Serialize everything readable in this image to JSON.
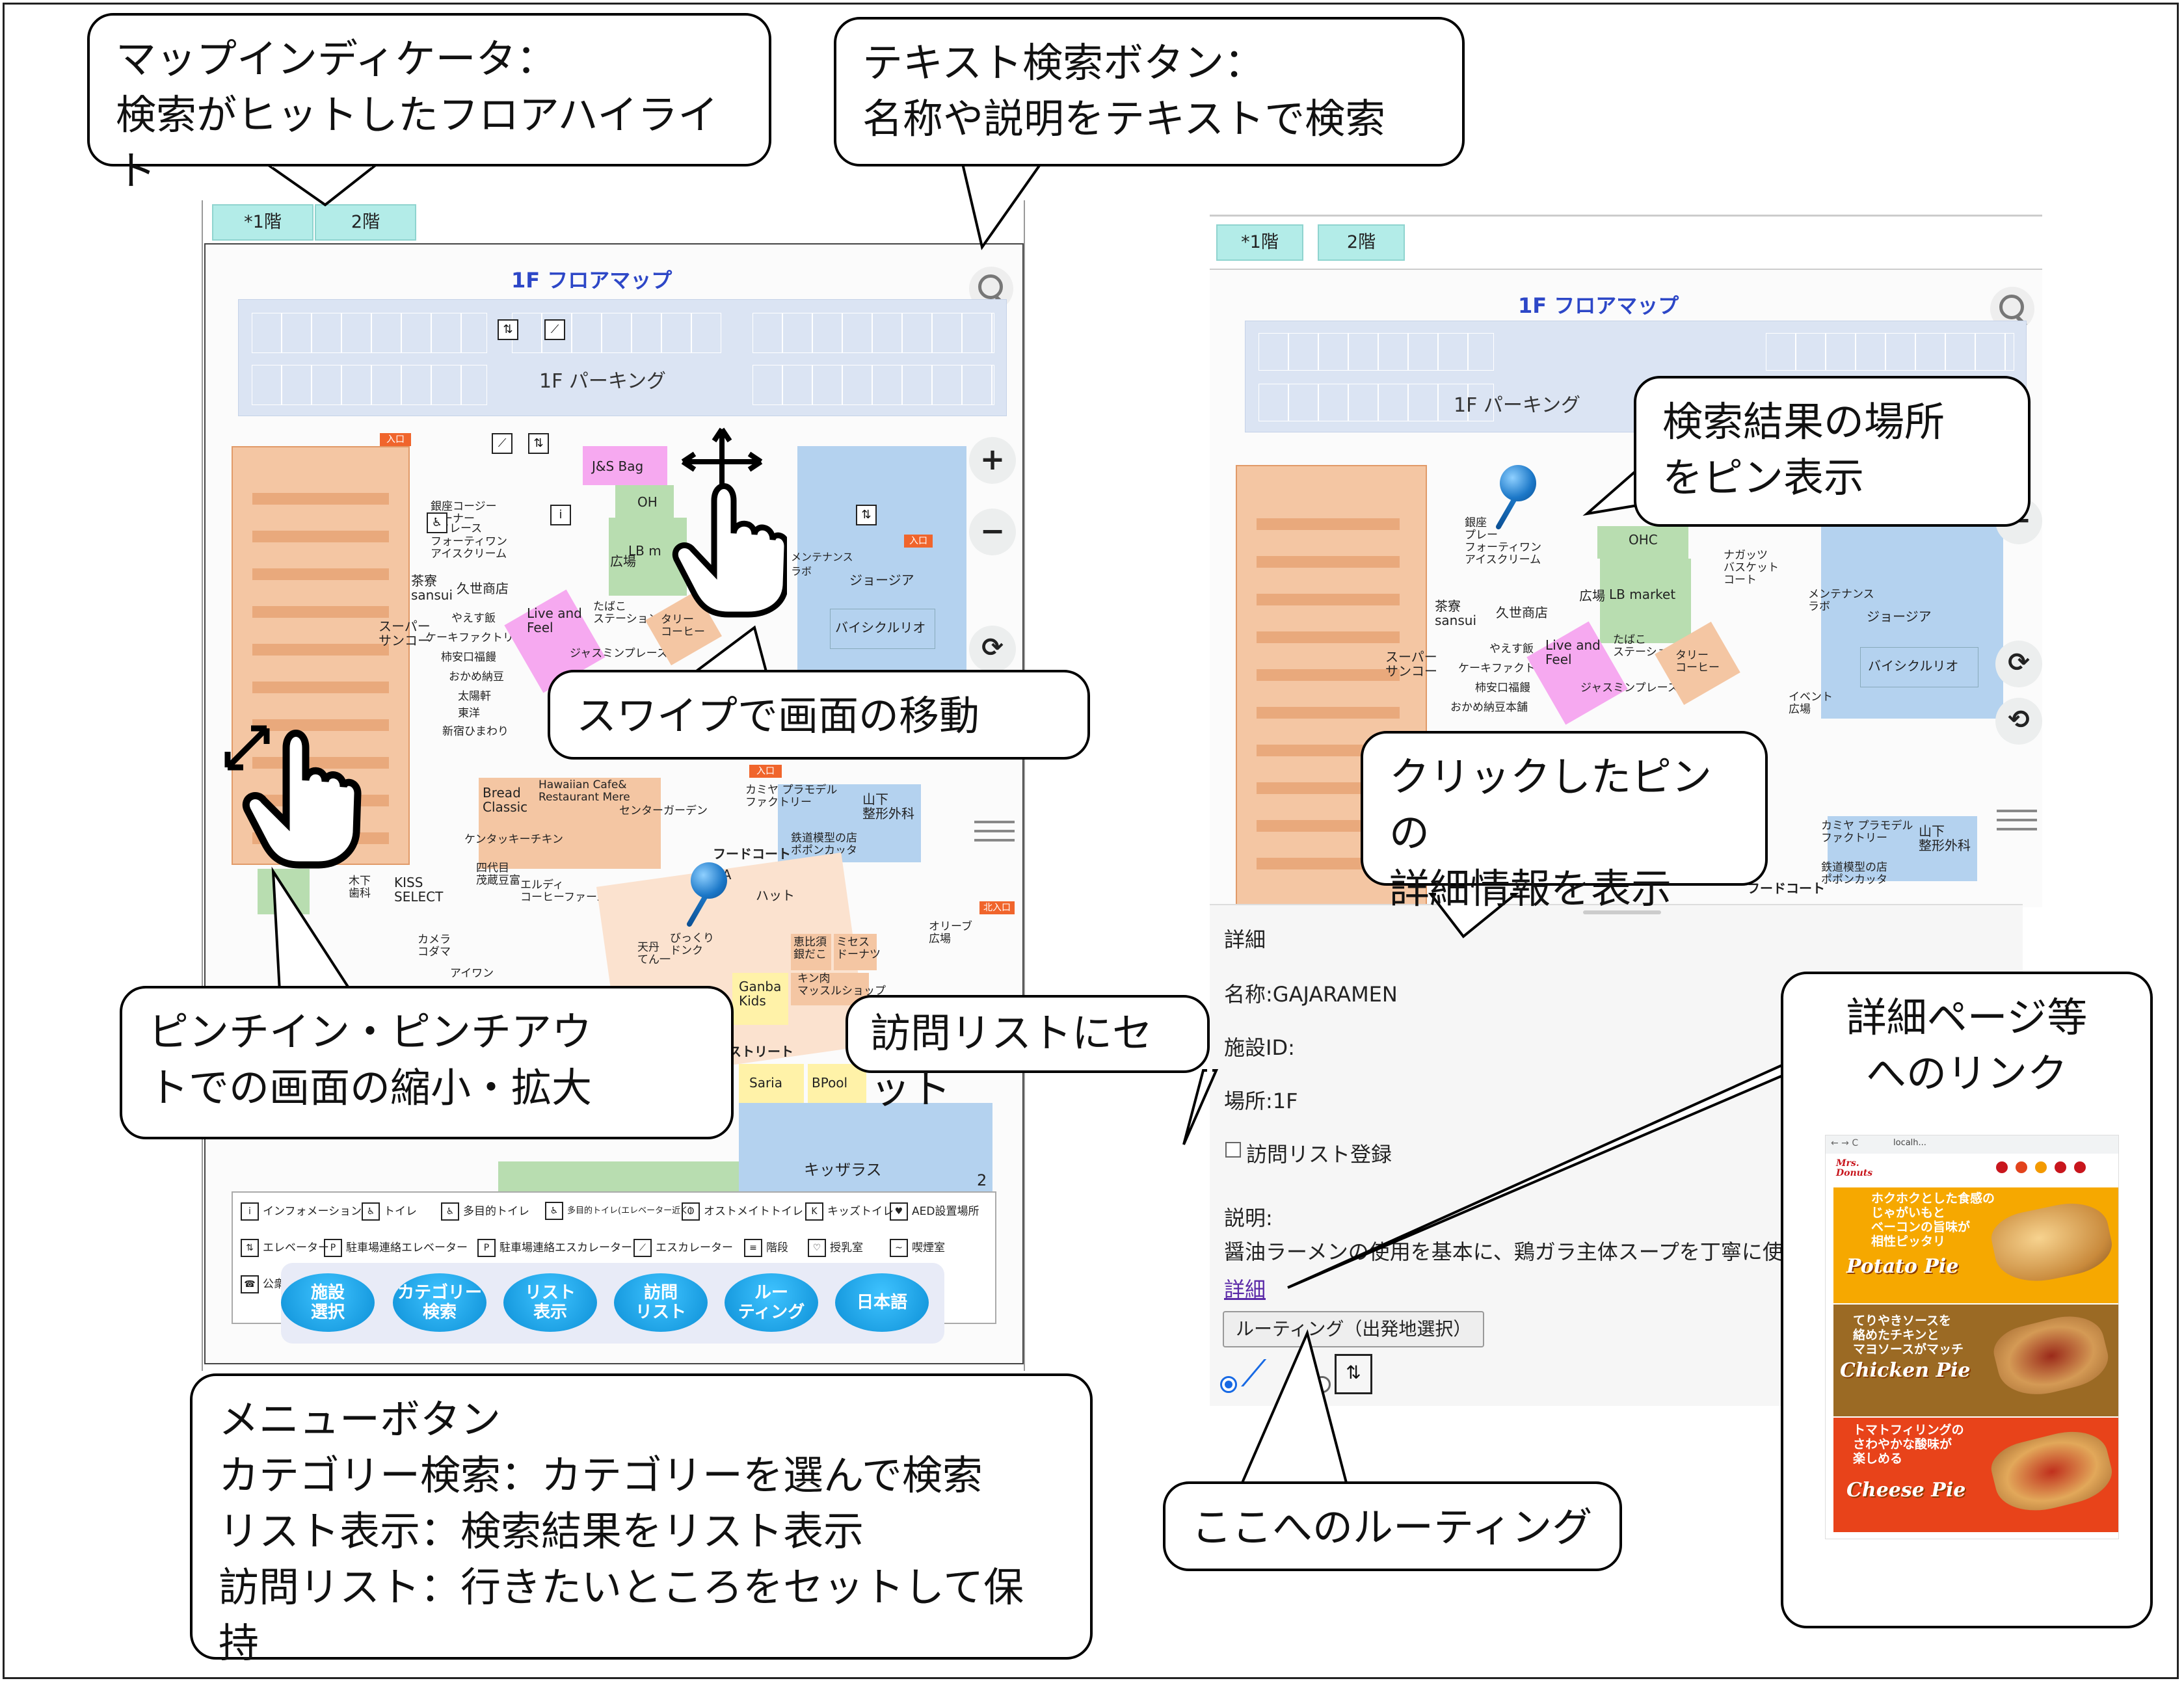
{
  "colors": {
    "tab_bg": "#b3ece8",
    "map_title": "#2d47c7",
    "menu_button": "#0c8fd6",
    "parking": "#dbe4f3",
    "shop_orange": "#f4c6a3",
    "shop_pink": "#f6a9f0",
    "shop_green": "#b8ddb0",
    "shop_blue": "#b4d2ef",
    "entrance": "#f0652c",
    "link": "#5b2aa8"
  },
  "left": {
    "tabs": [
      "*1階",
      "2階"
    ],
    "map_title": "1F フロアマップ",
    "parking_label": "1F パーキング",
    "page_number": "2",
    "shops": {
      "jsbag": "J&S Bag",
      "oh": "OH",
      "lb": "LB m",
      "ginza": "銀座コージー\nコーナー",
      "pres": "フレース",
      "fort": "フォーティワン\nアイスクリーム",
      "chaho": "茶寮\nsansui",
      "kuyo": "久世商店",
      "yasu": "やえす飯",
      "cake": "ケーキファクトリー",
      "kaki": "柿安口福饅",
      "okame": "おかめ納豆",
      "taikai": "太陽軒",
      "toyo": "東洋",
      "shinsen": "新宿ひまわり",
      "live": "Live and\nFeel",
      "jas": "ジャスミンプレース",
      "tabako": "たばこ\nステーション",
      "tully": "タリー\nコーヒー",
      "super": "スーパー\nサンコー",
      "mente": "メンテナンス\nラボ",
      "georgia": "ジョージア",
      "bicycle": "バイシクルリオ",
      "bread": "Bread\nClassic",
      "hawaii": "Hawaiian Cafe&\nRestaurant Mere",
      "center": "センターガーデン",
      "kamiya": "カミヤ プラモデル\nファクトリー",
      "yamashita": "山下\n整形外科",
      "tetsudo": "鉄道模型の店\nポポンカッタ",
      "kfc": "ケンタッキーチキン",
      "yotsuba": "四代目\n茂蔵豆富",
      "erdi": "エルディ\nコーヒーファーム",
      "kinoshita": "木下\n歯科",
      "kiss": "KISS\nSELECT",
      "camera": "カメラ\nコダマ",
      "aiwan": "アイワン",
      "foodcourt": "フードコート",
      "gaja": "GAJA",
      "hut": "ハット",
      "ebisu": "恵比須\n銀だこ",
      "mister": "ミセス\nドーナツ",
      "ganba": "Ganba\nKids",
      "kinniku": "キン肉\nマッスルショップ",
      "tenma": "天丹\nてん一",
      "bikkuri": "びっくり\nドンク",
      "olive": "オリーブ\n広場",
      "street": "ストリート",
      "saria": "Saria",
      "bpool": "BPool",
      "kizaras": "キッザラス",
      "hiroba": "広場"
    },
    "legend": {
      "row1": [
        "インフォメーション",
        "トイレ",
        "多目的トイレ",
        "多目的トイレ(エレベーター近く)",
        "オストメイトトイレ",
        "キッズトイレ",
        "AED設置場所"
      ],
      "row2": [
        "エレベーター",
        "駐車場連絡エレベーター",
        "駐車場連絡エスカレーター",
        "エスカレーター",
        "階段",
        "授乳室",
        "喫煙室"
      ],
      "row3": [
        "公衆電話"
      ]
    },
    "menu": [
      "施設\n選択",
      "カテゴリー\n検索",
      "リスト\n表示",
      "訪問\nリスト",
      "ルー\nティング",
      "日本語"
    ],
    "entrance_label": "入口",
    "north_entrance": "北入口"
  },
  "right": {
    "tabs": [
      "*1階",
      "2階"
    ],
    "map_title": "1F フロアマップ",
    "parking_label": "1F パーキング",
    "shops": {
      "ginza": "銀座\nプレー\nフォーティワン\nアイスクリーム",
      "ohc": "OHC",
      "lb": "LB market",
      "nagat": "ナガッツ\nバスケット\nコート",
      "mente": "メンテナンス\nラボ",
      "georgia": "ジョージア",
      "chaho": "茶寮\nsansui",
      "kuyo": "久世商店",
      "yasu": "やえす飯",
      "cake": "ケーキファクトリー",
      "kaki": "柿安口福饅",
      "okame": "おかめ納豆本舗",
      "live": "Live and\nFeel",
      "jas": "ジャスミンプレース",
      "tabako": "たばこ\nステーション",
      "tully": "タリー\nコーヒー",
      "super": "スーパー\nサンコー",
      "bicycle": "バイシクルリオ",
      "event": "イベント\n広場",
      "kamiya": "カミヤ プラモデル\nファクトリー",
      "yamashita": "山下\n整形外科",
      "tetsudo": "鉄道模型の店\nポポンカッタ",
      "foodcourt": "フードコート",
      "hiroba": "広場"
    },
    "detail": {
      "heading": "詳細",
      "name": "名称:GAJARAMEN",
      "id": "施設ID:",
      "place": "場所:1F",
      "visit": "訪問リスト登録",
      "desc_label": "説明:",
      "desc": "醤油ラーメンの使用を基本に、鶏ガラ主体スープを丁寧に使ったラーメン",
      "link": "詳細",
      "routing_button": "ルーティング（出発地選択）"
    }
  },
  "web_thumb": {
    "brand": "Mrs.\nDonuts",
    "address": "localh...",
    "items": [
      {
        "name": "Potato Pie",
        "sub": "ホクホクとした食感の\nじゃがいもと\nベーコンの旨味が\n相性ピッタリ"
      },
      {
        "name": "Chicken Pie",
        "sub": "てりやきソースを\n絡めたチキンと\nマヨソースがマッチ"
      },
      {
        "name": "Cheese Pie",
        "sub": "トマトフィリングの\nさわやかな酸味が\n楽しめる"
      }
    ]
  },
  "callouts": {
    "map_indicator": "マップインディケータ：\n検索がヒットしたフロアハイライト",
    "text_search": "テキスト検索ボタン：\n名称や説明をテキストで検索",
    "swipe": "スワイプで画面の移動",
    "pinch": "ピンチイン・ピンチアウ\nトでの画面の縮小・拡大",
    "visit_list": "訪問リストにセット",
    "menu_buttons": "メニューボタン\nカテゴリー検索：カテゴリーを選んで検索\nリスト表示：検索結果をリスト表示\n訪問リスト：行きたいところをセットして保持",
    "pin_result": "検索結果の場所\nをピン表示",
    "pin_detail": "クリックしたピンの\n詳細情報を表示",
    "detail_link": "詳細ページ等\nへのリンク",
    "routing": "ここへのルーティング"
  }
}
